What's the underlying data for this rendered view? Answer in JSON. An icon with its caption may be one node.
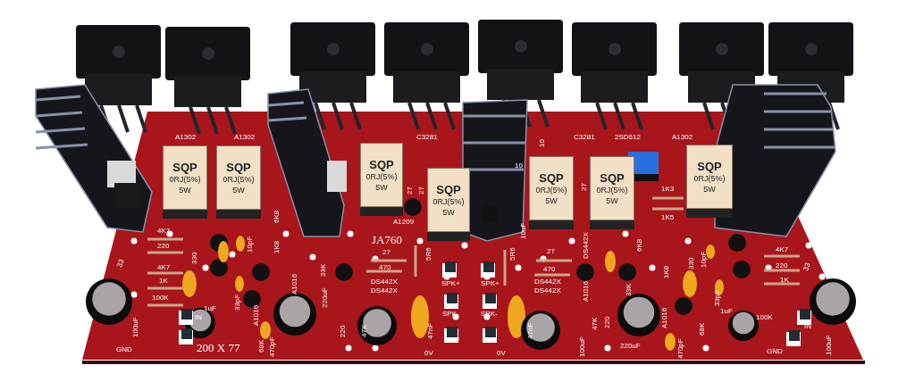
{
  "diagram": {
    "nodes": [
      {
        "text": [
          "SQP",
          "0RJ(5%)",
          "5W"
        ]
      },
      {
        "text": [
          "SQP",
          "0RJ(5%)",
          "5W"
        ]
      },
      {
        "text": [
          "SQP",
          "0RJ(5%)",
          "5W"
        ]
      },
      {
        "text": [
          "SQP",
          "0RJ(5%)",
          "5W"
        ]
      },
      {
        "text": [
          "SQP",
          "0RJ(5%)",
          "5W"
        ]
      },
      {
        "text": [
          "SQP",
          "0RJ(5%)",
          "5W"
        ]
      },
      {
        "text": [
          "SQP",
          "0RJ(5%)",
          "5W"
        ]
      }
    ],
    "labels": [
      "A1302",
      "A1302",
      "C3281",
      "C3281",
      "2SD612",
      "A1302",
      "27",
      "27",
      "A1209",
      "10",
      "10",
      "27",
      "1K3",
      "1K5",
      "6K8",
      "4K7",
      "220",
      "JA760",
      "10uF",
      "33",
      "330",
      "10pF",
      "1K8",
      "33K",
      "4K7",
      "1K",
      "100K",
      "33pF",
      "A1016",
      "1uF",
      "IN",
      "100uF",
      "A1016",
      "68K",
      "220uF",
      "470pF",
      "GND",
      "200 X 77",
      "220",
      "47K",
      "27",
      "470",
      "DS442X",
      "DS442X",
      "5R6",
      "SPK+",
      "SPK+",
      "SPK-",
      "SPK-",
      "47nF",
      "0V",
      "0V",
      "5R6",
      "47nF",
      "27",
      "470",
      "DS442X",
      "DS442X",
      "DS442X",
      "A1016",
      "47K",
      "220",
      "100uF",
      "6K8",
      "33K",
      "1K8",
      "220uF",
      "A1016",
      "470pF",
      "68K",
      "330",
      "10pF",
      "33pF",
      "1uF",
      "100K",
      "4K7",
      "220",
      "1K",
      "33",
      "IN",
      "GND",
      "100uF"
    ]
  }
}
